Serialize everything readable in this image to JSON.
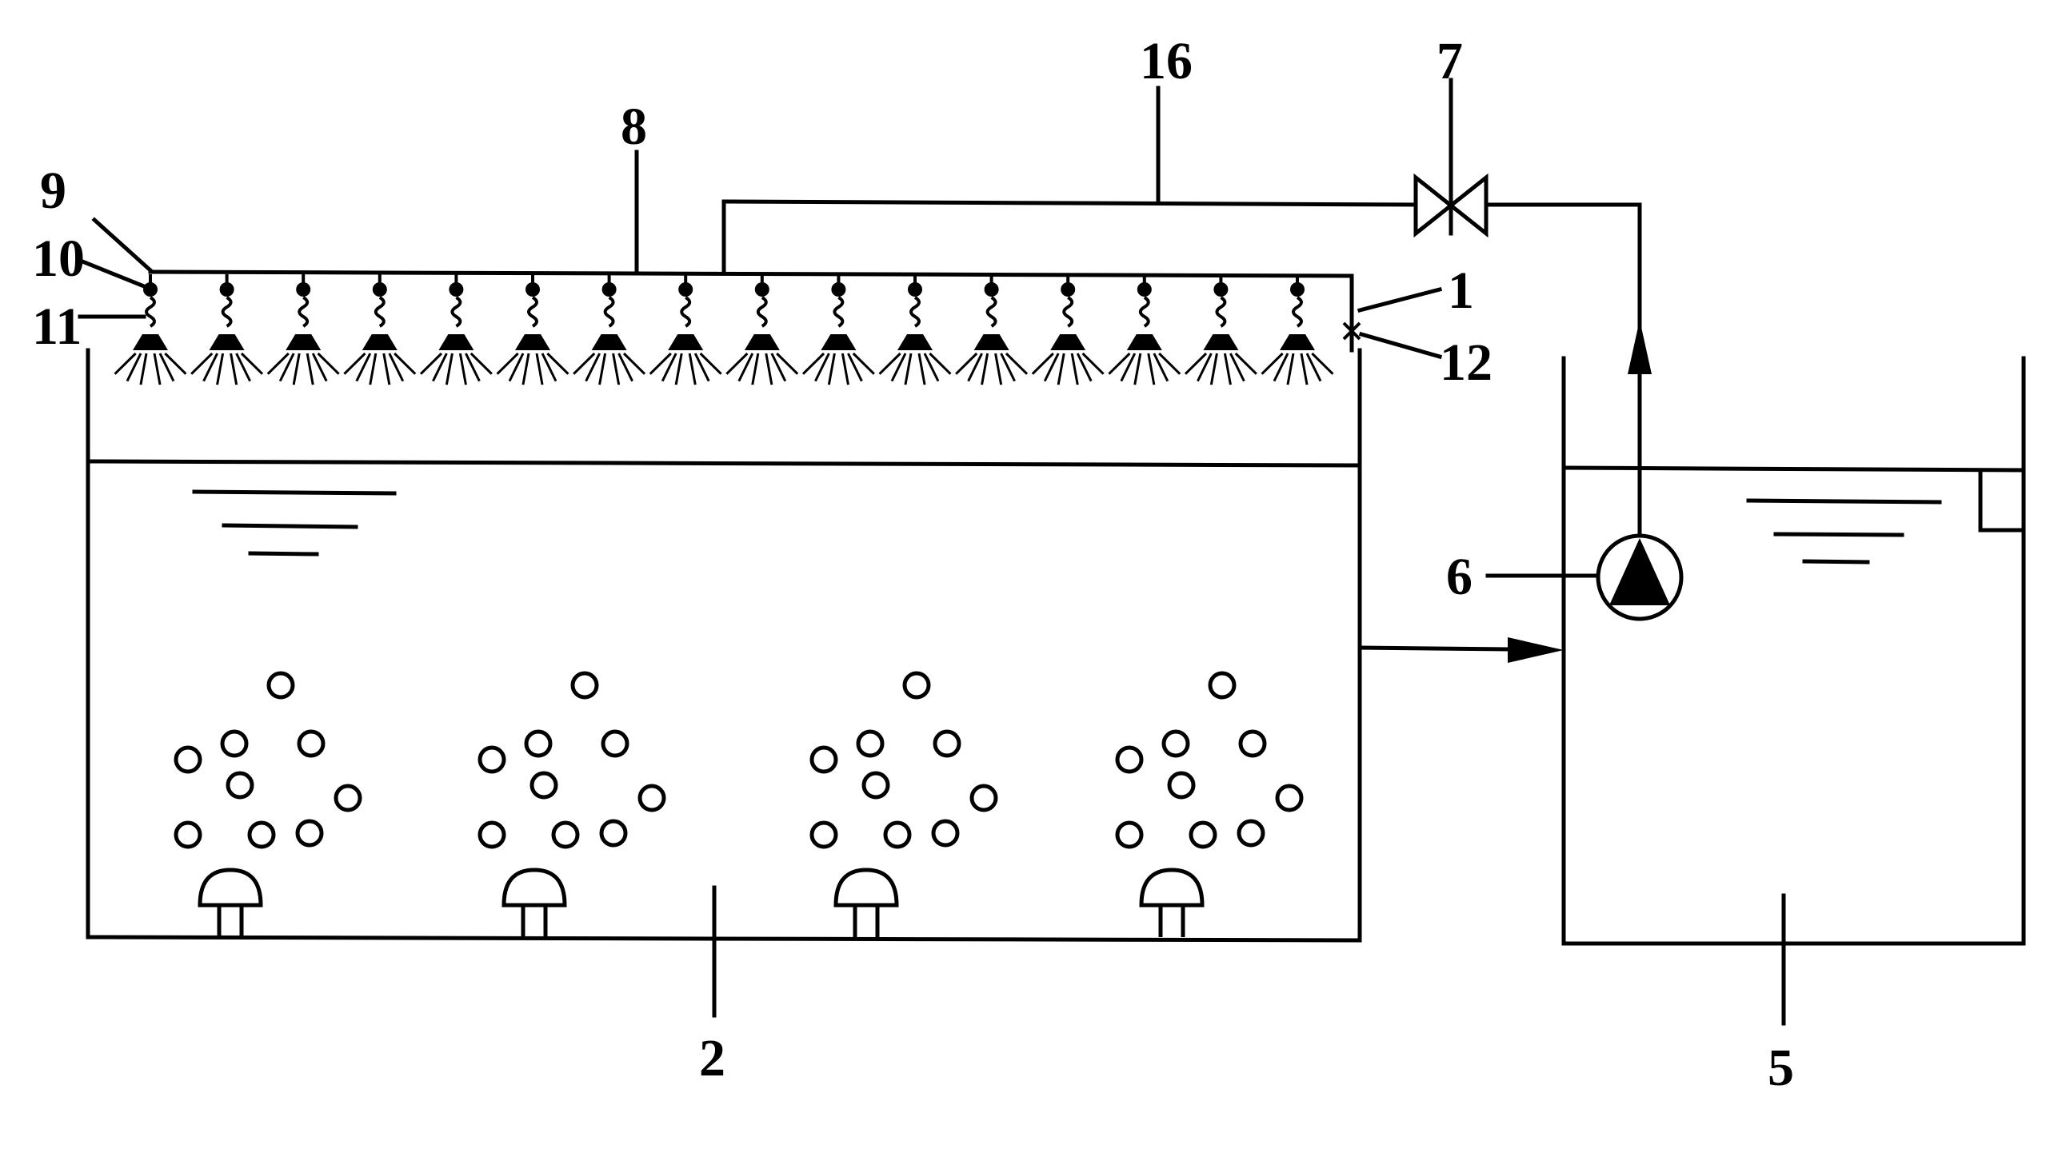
{
  "labels": {
    "tank": "1",
    "aeration_tank_body": "2",
    "collection_tank": "5",
    "pump": "6",
    "valve": "7",
    "spray_header": "8",
    "nozzle_connector": "9",
    "nozzle_joint": "10",
    "nozzle_hose": "11",
    "overflow_outlet": "12",
    "supply_pipe": "16"
  },
  "colors": {
    "line": "#000000",
    "background": "#ffffff"
  }
}
